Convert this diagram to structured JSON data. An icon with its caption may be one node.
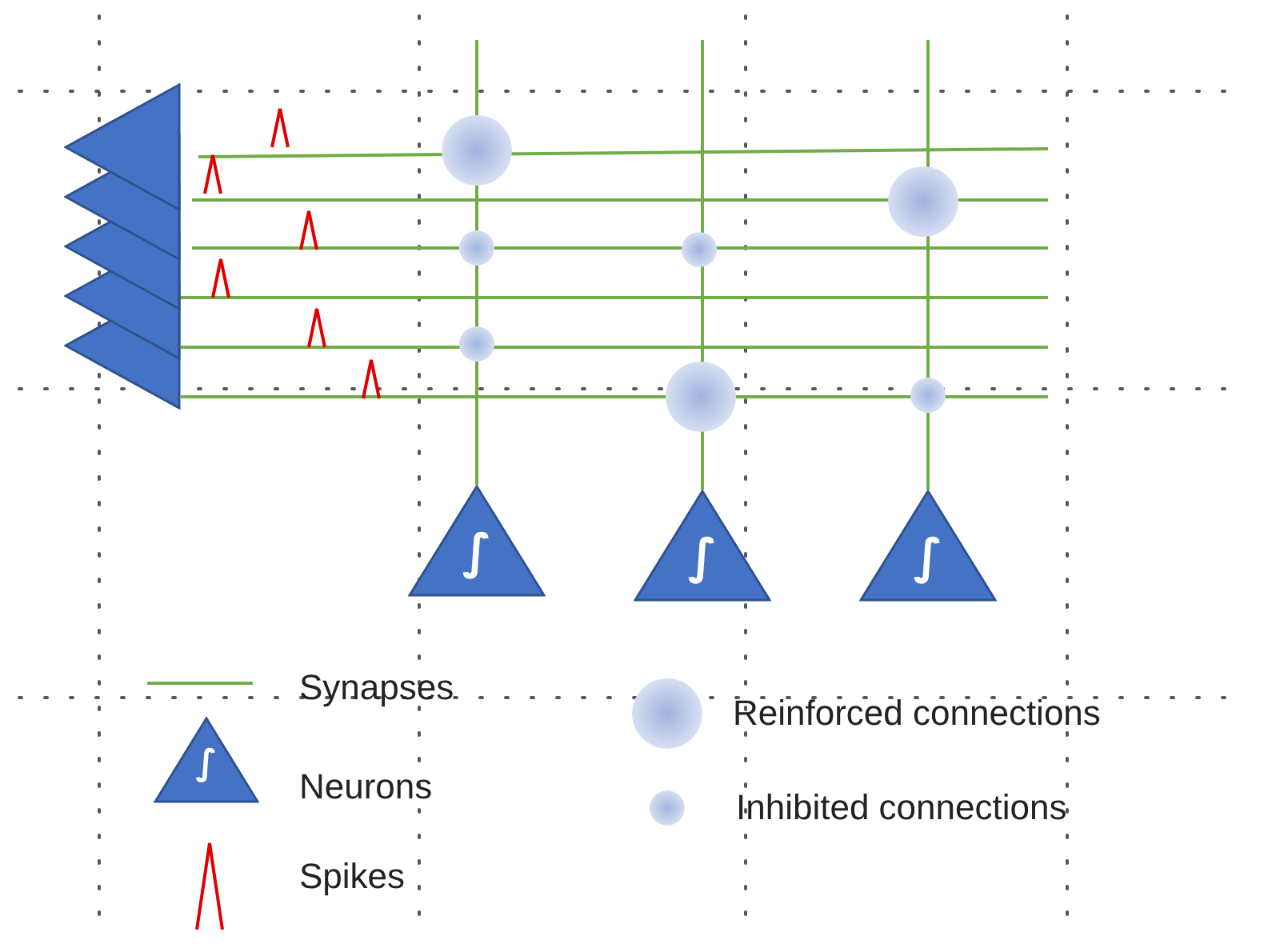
{
  "diagram": {
    "nodes": [
      {
        "text": [],
        "shape": "triangle"
      },
      {
        "text": [],
        "shape": "triangle"
      },
      {
        "text": [],
        "shape": "triangle"
      },
      {
        "text": [],
        "shape": "triangle"
      },
      {
        "text": [],
        "shape": "triangle"
      },
      {
        "text": [
          "∫"
        ]
      },
      {
        "text": [
          "∫"
        ]
      },
      {
        "text": [
          "∫"
        ]
      }
    ],
    "edges": [
      {
        "from": 0,
        "to": null,
        "arrow": "none"
      },
      {
        "from": 1,
        "to": null,
        "arrow": "none"
      },
      {
        "from": 2,
        "to": null,
        "arrow": "none"
      },
      {
        "from": 3,
        "to": null,
        "arrow": "none"
      },
      {
        "from": 4,
        "to": null,
        "arrow": "none"
      },
      {
        "from": 4,
        "to": null,
        "arrow": "none"
      },
      {
        "from": null,
        "to": 5,
        "arrow": "none"
      },
      {
        "from": null,
        "to": 6,
        "arrow": "none"
      },
      {
        "from": null,
        "to": 7,
        "arrow": "none"
      }
    ],
    "labels": [
      "∫"
    ],
    "legend": [
      {
        "text": "Synapses"
      },
      {
        "text": "Neurons"
      },
      {
        "text": "Spikes"
      },
      {
        "text": "Reinforced connections"
      },
      {
        "text": "Inhibited connections"
      }
    ]
  }
}
